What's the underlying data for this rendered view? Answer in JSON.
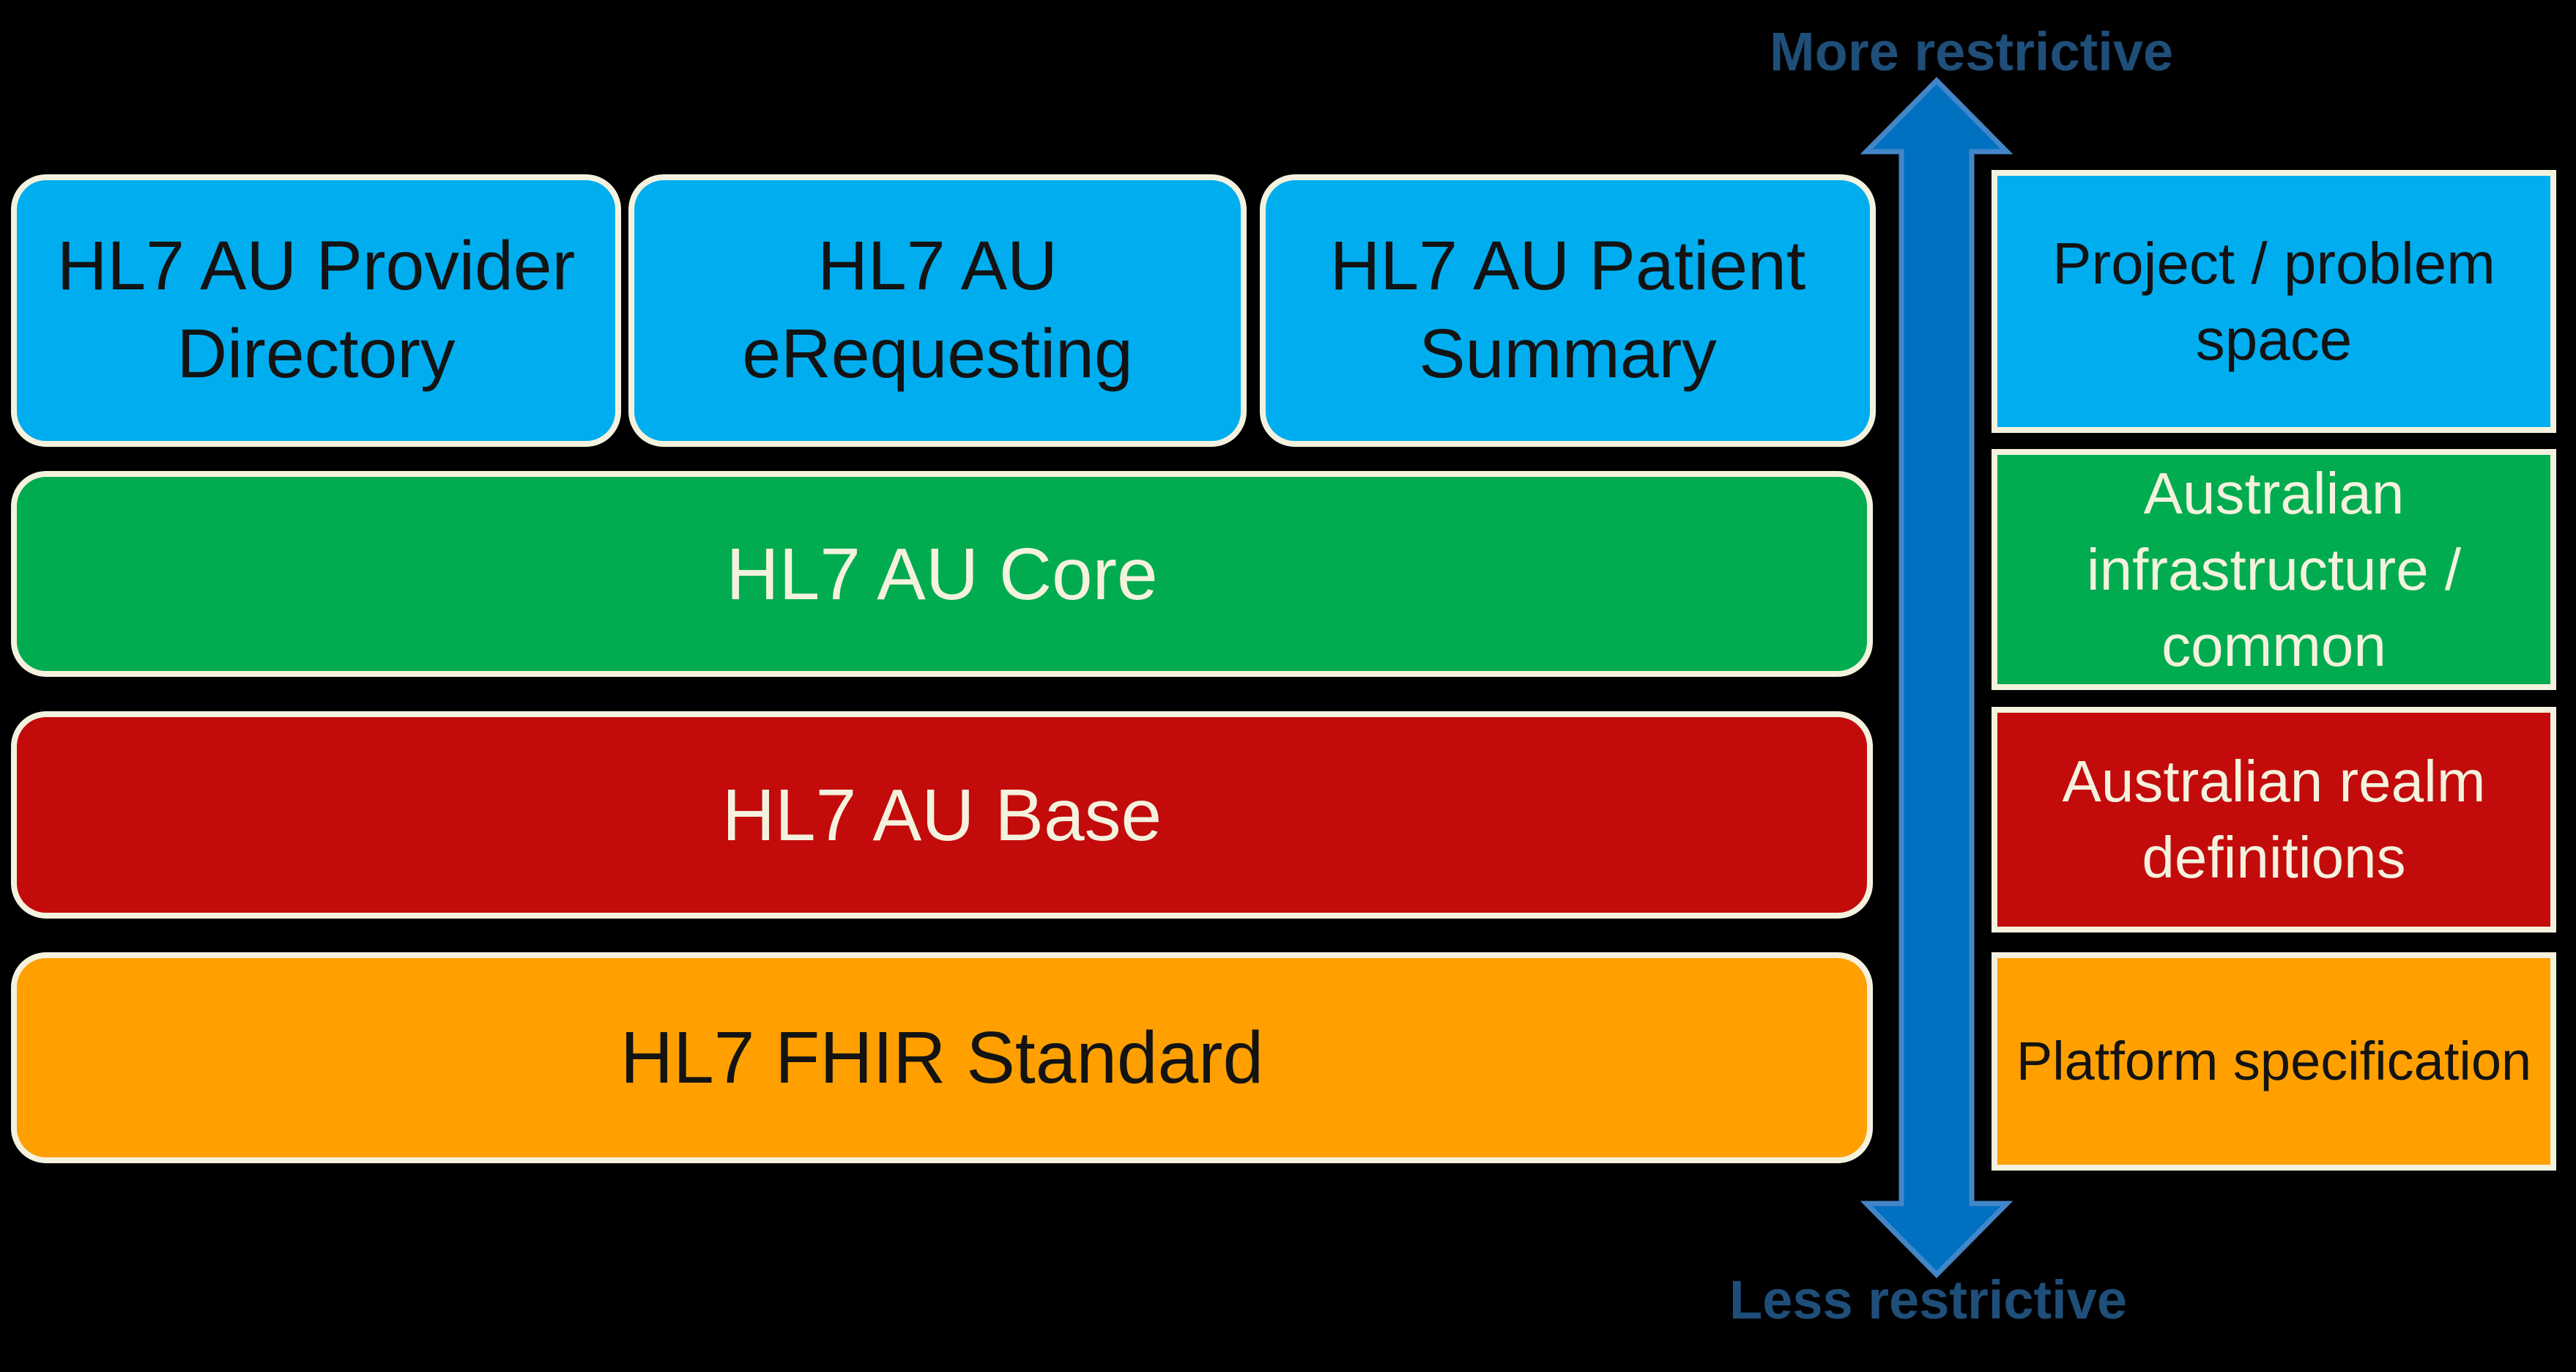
{
  "layers": {
    "projects": [
      {
        "label": "HL7 AU Provider Directory",
        "color": "#00AEF0"
      },
      {
        "label": "HL7 AU eRequesting",
        "color": "#00AEF0"
      },
      {
        "label": "HL7 AU Patient Summary",
        "color": "#00AEF0"
      }
    ],
    "core": {
      "label": "HL7 AU Core",
      "color": "#00AC4F"
    },
    "base": {
      "label": "HL7 AU Base",
      "color": "#C30B0B"
    },
    "fhir": {
      "label": "HL7 FHIR Standard",
      "color": "#FFA000"
    }
  },
  "legend": [
    {
      "label": "Project / problem space",
      "color": "#00AEF0"
    },
    {
      "label": "Australian infrastructure / common",
      "color": "#00AC4F"
    },
    {
      "label": "Australian realm definitions",
      "color": "#C30B0B"
    },
    {
      "label": "Platform specification",
      "color": "#FFA000"
    }
  ],
  "axis": {
    "top_label": "More restrictive",
    "bottom_label": "Less restrictive",
    "arrow_fill": "#0070C0",
    "arrow_stroke": "#4386C7",
    "label_color": "#1F4E79"
  },
  "colors": {
    "background": "#000000",
    "box_border_cream": "#F4F2DE",
    "text_on_blue_orange": "#131313",
    "text_on_green_red": "#F4F2DE"
  }
}
